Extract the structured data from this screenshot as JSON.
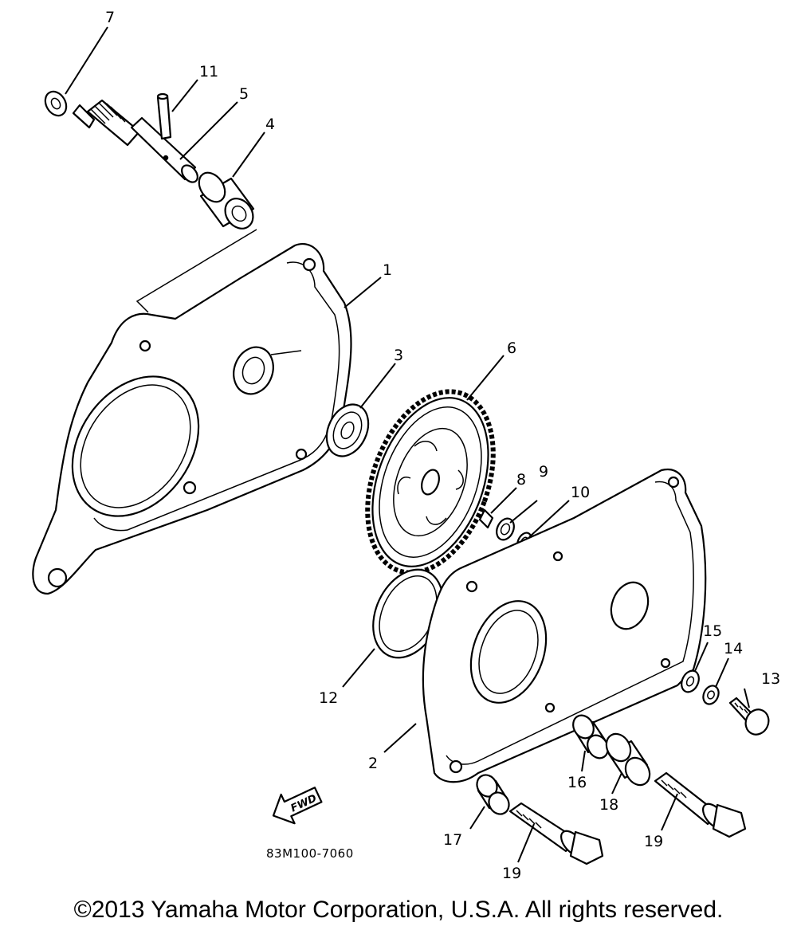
{
  "diagram": {
    "callouts": {
      "p1": "1",
      "p2": "2",
      "p3": "3",
      "p4": "4",
      "p5": "5",
      "p6": "6",
      "p7": "7",
      "p8": "8",
      "p9": "9",
      "p10": "10",
      "p11": "11",
      "p12": "12",
      "p13": "13",
      "p14": "14",
      "p15": "15",
      "p16": "16",
      "p17": "17",
      "p18": "18",
      "p19a": "19",
      "p19b": "19"
    },
    "fwd_label": "FWD",
    "diagram_code": "83M100-7060"
  },
  "footer": {
    "copyright": "©2013 Yamaha Motor Corporation, U.S.A. All rights reserved."
  }
}
